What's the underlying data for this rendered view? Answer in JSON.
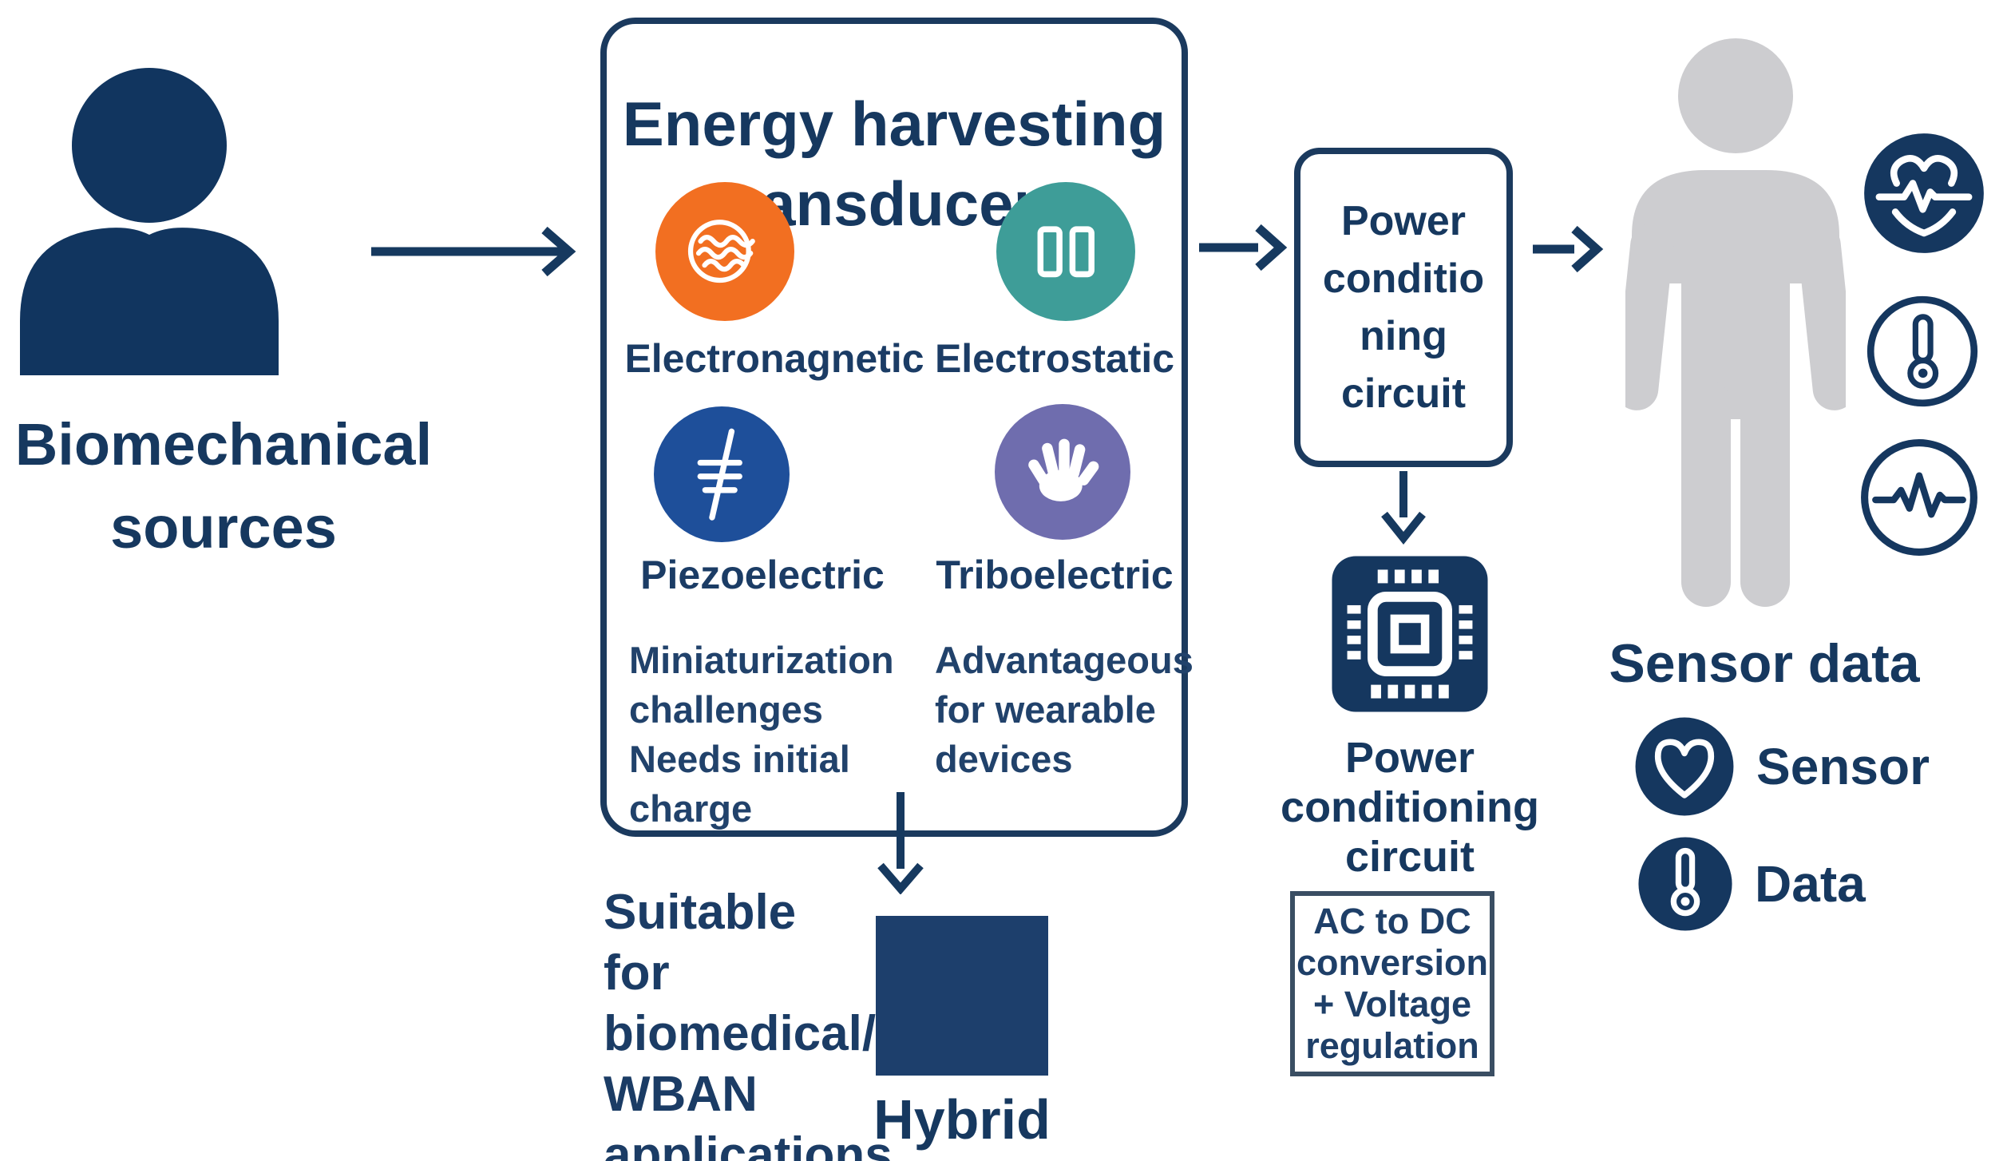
{
  "colors": {
    "navy": "#15375F",
    "text_navy": "#1B3C65",
    "orange": "#F26F21",
    "teal": "#3E9D98",
    "piezo_blue": "#1E4F9A",
    "purple": "#6F6DAE",
    "person_gray": "#CDCDD0",
    "background": "#FFFFFF"
  },
  "source": {
    "label_lines": [
      "Biomechanical",
      "sources"
    ]
  },
  "transducers_box": {
    "title_lines": [
      "Energy harvesting",
      "transducers"
    ],
    "items": [
      {
        "id": "electromagnetic",
        "label": "Electronagnetic",
        "color": "#F26F21"
      },
      {
        "id": "electrostatic",
        "label": "Electrostatic",
        "color": "#3E9D98"
      },
      {
        "id": "piezoelectric",
        "label": "Piezoelectric",
        "color": "#1E4F9A"
      },
      {
        "id": "triboelectric",
        "label": "Triboelectric",
        "color": "#6F6DAE"
      }
    ],
    "note_left_lines": [
      "Miniaturization",
      "challenges",
      "Needs initial",
      "charge"
    ],
    "note_right_lines": [
      "Advantageous",
      "for wearable",
      "devices"
    ]
  },
  "hybrid": {
    "caption_lines": [
      "Suitable for",
      "biomedical/",
      "WBAN",
      "applications"
    ],
    "label": "Hybrid"
  },
  "power_box": {
    "lines": [
      "Power",
      "conditio",
      "ning",
      "circuit"
    ]
  },
  "chip_label": {
    "lines": [
      "Power",
      "conditioning",
      "circuit"
    ]
  },
  "acdc_box": {
    "lines": [
      "AC to DC",
      "conversion",
      "+ Voltage",
      "regulation"
    ]
  },
  "sensor_data": {
    "title": "Sensor data",
    "legend": [
      {
        "icon": "heart-icon",
        "label": "Sensor"
      },
      {
        "icon": "thermometer-icon",
        "label": "Data"
      }
    ]
  }
}
